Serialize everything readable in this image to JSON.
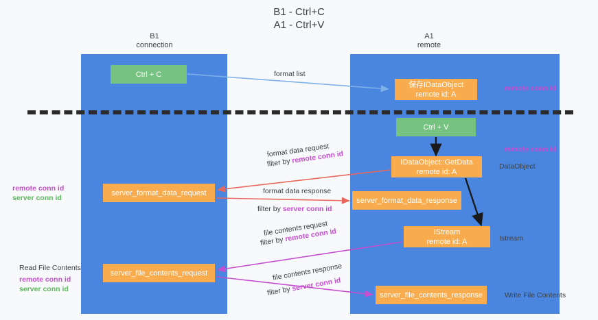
{
  "title": "B1 - Ctrl+C\nA1 - Ctrl+V",
  "columns": {
    "left": "B1\nconnection",
    "right": "A1\nremote"
  },
  "nodes": {
    "ctrl_c": "Ctrl + C",
    "idataobject_line1": "保存IDataObject",
    "idataobject_line2": "remote id: A",
    "ctrl_v": "Ctrl + V",
    "getdata_line1": "IDataObject::GetData",
    "getdata_line2": "remote id: A",
    "server_format_data_request": "server_format_data_request",
    "server_format_data_response": "server_format_data_response",
    "istream_line1": "IStream",
    "istream_line2": "remote id: A",
    "server_file_contents_request": "server_file_contents_request",
    "server_file_contents_response": "server_file_contents_response"
  },
  "edge_labels": {
    "format_list": "format list",
    "format_data_request": "format data request",
    "format_data_request_filter_prefix": "filter by ",
    "format_data_request_filter_key": "remote conn id",
    "format_data_response": "format data response",
    "format_data_response_filter_prefix": "filter by ",
    "format_data_response_filter_key": "server conn id",
    "file_contents_request": "file contents request",
    "file_contents_request_filter_prefix": "filter by ",
    "file_contents_request_filter_key": "remote conn id",
    "file_contents_response": "file contents response",
    "file_contents_response_filter_prefix": "filter by ",
    "file_contents_response_filter_key": "server conn id"
  },
  "side_labels": {
    "right_remote_conn_id_top": "remote conn id",
    "right_remote_conn_id_mid": "remote conn id",
    "right_dataobject": "DataObject",
    "right_istream": "Istream",
    "right_write_file_contents": "Write File Contents",
    "left_remote_conn_id": "remote conn id",
    "left_server_conn_id": "server conn id",
    "left_read_file_contents": "Read File Contents",
    "left_remote_conn_id_2": "remote conn id",
    "left_server_conn_id_2": "server conn id"
  },
  "colors": {
    "lane_blue": "#4a86e0",
    "node_green": "#76c280",
    "node_orange": "#f9ac4e",
    "accent_magenta": "#c64fd0",
    "accent_green": "#5cb85c",
    "arrow_lightblue": "#7fb2e8",
    "arrow_red": "#e8675c",
    "arrow_black": "#1a1a1a",
    "background": "#f8f9fa",
    "divider_dashed": "#2b2b2b"
  }
}
